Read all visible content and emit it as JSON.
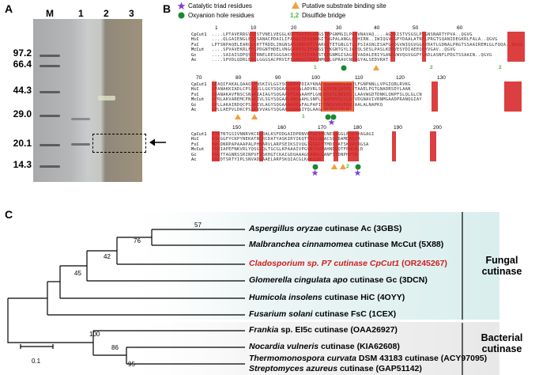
{
  "panels": {
    "a": "A",
    "b": "B",
    "c": "C"
  },
  "panel_a": {
    "lanes": [
      "M",
      "1",
      "2",
      "3"
    ],
    "mw_markers": [
      "97.2",
      "66.4",
      "44.3",
      "29.0",
      "20.1",
      "14.3"
    ]
  },
  "panel_b": {
    "legend": {
      "catalytic": "Catalytic triad residues",
      "oxyanion": "Oxyanion hole residues",
      "substrate": "Putative substrate binding site",
      "disulfide_num": "1,2",
      "disulfide": "Disulfide bridge"
    },
    "sequence_names": [
      "CpCut1",
      "HiC",
      "FsC",
      "McCut",
      "Gc",
      "Ac"
    ],
    "block1": {
      "positions": [
        "1",
        "10",
        "20",
        "30",
        "40",
        "50",
        "60"
      ],
      "rows": [
        "....LPTAVERRGVSDSTVNELVEGGLKDPTGAIVLARGSTEPGNMGILPGPVNAVAQ....AGYKISTVSGSLPQGNSNARTYPVA..QGVG",
        "....QLGAIENGLESGSANACPDAILIFARGSTEPGNMGITVGPALANGLESHIRN..IWIQGVGGPYDAALATNFLPRGTSQANIDEGKRLFALA..QGVG",
        "LPTSNPAQELEARQLGRTTRDDLINGNSASCADVIFIYARGSTETGNLGTLGPSIASNLESAFGKDGVWIQGVGGAYRATLGDNALPRGTSSAAIREMLGLFQQA..QGVG",
        "....SPVAVEKRLFFGPDGNTHDELVNGCRPVTLIFARGSTEKGNTGYLIGPQLSESLPASLKDRVESYDIAEEQDYVGAV..QGVG",
        "....SAIAISDPQSSTRNELRESGGSACPKVIYIFARASTEPGNMGISAGPIVADALERIYGANDVWVQGVGGPYLADLASNFLPDGTSSAAIN..QGVG",
        "....SPVDLQDRLENGLGGGSACPRVIFIAARGSTEPGNMGILGPRAVCNDAGYALSEDVRAT"
      ],
      "ss_numbers": [
        "1",
        "2",
        "2"
      ]
    },
    "block2": {
      "positions": [
        "70",
        "80",
        "90",
        "100",
        "110",
        "120",
        "130"
      ],
      "rows": [
        "GEAQIFAKALQAAQCPNSKIVLGGYSQGAAVVDIAYKNAPASARNNVLAAVLFGNPNNLLVPGIQRLRVKG",
        "GPANAKKIADLCPSAKVLLGGYSQGAALAASALADVRLSNGYKDKIHTPLTTAAELPGTGNADRSDYLAAN",
        "GQANAKAVFNSCSNAKIAIAGYSQGAAVTGAAAAHFLGNRDSSYLQKVVSLLAAVWGDTDNKLQNPFSLQLGLCN",
        "GPRLAKVAREMCPNAKIVLSGYSQGAALANSAAHLSNPLPAAPKVSLLLAFVDGNAVIVRNMGAADPRANQGIAY",
        "GPLLAKAIRDQCPSAKIVLAGYSQGAAAAVDAFALPAPIVGNQGSAVPQVVAALALNAPKQ",
        "GPLLAEPVLDKCPSAKIVVAGYSQGAAVAHNAIYQLAAGKWLVGSIDLN"
      ],
      "ss_numbers": [
        "1"
      ]
    },
    "block3": {
      "positions": [
        "150",
        "160",
        "170",
        "180",
        "190",
        "200"
      ],
      "rows": [
        "DTKTNTGSIVNNRVKCRQRALKSFDDGAIDPRNVKTGCTFCNEDAGGLNQIAVAGAGI",
        "RTKGGFYCKPYNEKATNGRCDATYASKIRYIKQTYALCGDACSGRDAMDRDIR",
        "RWSDNRPAPAAAPALPHNARVLARPSEIKSIVQGIGSGLYTMDQIATSKVAVRGSA",
        "TRNIAPEFNKVRLYQSGSQLTGCGLKPAAAIVPGVNYSGFAHNDDQTFRNGNLD",
        "DSGTTAGNRSSRINPVFVSKHGTCKAIGDQAAAGDARKLCANFSYDNPHPTR",
        "GDDDTSRTYIPLSNVADVAAELARPSKQIACGLKAKSQN"
      ],
      "ss_numbers": [
        "2"
      ]
    }
  },
  "panel_c": {
    "bootstrap": [
      "57",
      "76",
      "42",
      "45",
      "100",
      "86",
      "95"
    ],
    "leaves": [
      {
        "genus": "Aspergillus oryzae",
        "rest": " cutinase Ac ",
        "acc": "(3GBS)"
      },
      {
        "genus": "Malbranchea cinnamomea",
        "rest": " cutinase McCut ",
        "acc": "(5X88)"
      },
      {
        "genus": "Cladosporium",
        "rest": " sp. P7 cutinase CpCut1 ",
        "acc": "(OR245267)"
      },
      {
        "genus": "Glomerella cingulata apo",
        "rest": " cutinase Gc ",
        "acc": "(3DCN)"
      },
      {
        "genus": "Humicola insolens",
        "rest": " cutinase HiC ",
        "acc": "(4OYY)"
      },
      {
        "genus": "Fusarium solani",
        "rest": " cutinase FsC ",
        "acc": "(1CEX)"
      },
      {
        "genus": "Frankia",
        "rest": " sp. EI5c cutinase ",
        "acc": "(OAA26927)"
      },
      {
        "genus": "Nocardia vulneris",
        "rest": " cutinase ",
        "acc": "(KIA62608)"
      },
      {
        "genus": "Thermomonospora curvata",
        "rest": " DSM 43183 cutinase ",
        "acc": "(ACY97095)"
      },
      {
        "genus": "Streptomyces azureus",
        "rest": " cutinase ",
        "acc": "(GAP51142)"
      }
    ],
    "groups": {
      "fungal_1": "Fungal",
      "fungal_2": "cutinase",
      "bacterial_1": "Bacterial",
      "bacterial_2": "cutinase"
    },
    "scale": "0.1"
  }
}
